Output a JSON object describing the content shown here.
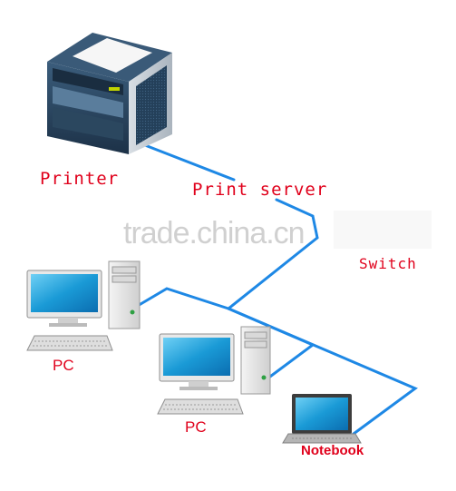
{
  "colors": {
    "link": "#1e88e5",
    "label": "#e0001b",
    "screen": "#1a9ad6",
    "printer_body": "#2d4a66"
  },
  "labels": {
    "printer": "Printer",
    "print_server": "Print server",
    "switch": "Switch",
    "pc_1": "PC",
    "pc_2": "PC",
    "notebook": "Notebook"
  },
  "watermark": "trade.china.cn"
}
